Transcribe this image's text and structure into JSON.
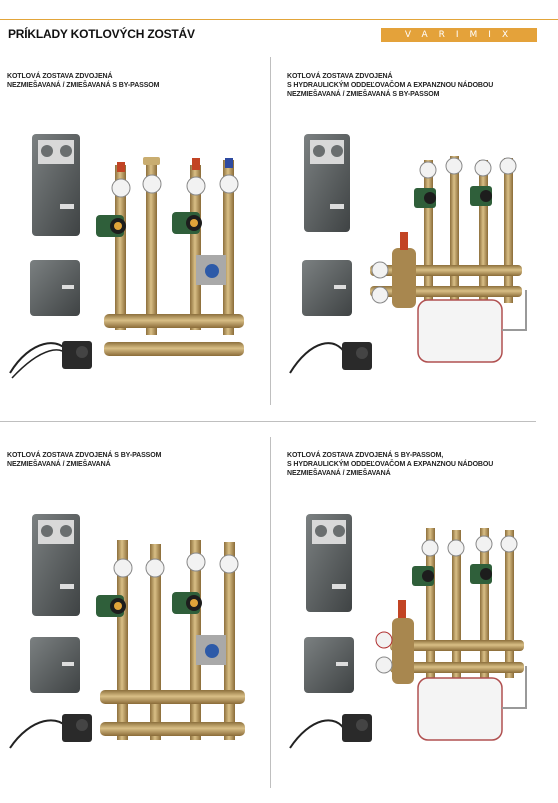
{
  "header": {
    "title": "PRÍKLADY KOTLOVÝCH ZOSTÁV",
    "brand": "VARIMIX"
  },
  "panels": [
    {
      "line1": "KOTLOVÁ ZOSTAVA ZDVOJENÁ",
      "line2": "NEZMIEŠAVANÁ / ZMIEŠAVANÁ S BY-PASSOM",
      "line3": ""
    },
    {
      "line1": "KOTLOVÁ ZOSTAVA ZDVOJENÁ",
      "line2": "S HYDRAULICKÝM ODDEĽOVAČOM A EXPANZNOU NÁDOBOU",
      "line3": "NEZMIEŠAVANÁ / ZMIEŠAVANÁ S BY-PASSOM"
    },
    {
      "line1": "KOTLOVÁ ZOSTAVA ZDVOJENÁ S BY-PASSOM",
      "line2": "NEZMIEŠAVANÁ / ZMIEŠAVANÁ",
      "line3": ""
    },
    {
      "line1": "KOTLOVÁ ZOSTAVA ZDVOJENÁ S BY-PASSOM,",
      "line2": "S HYDRAULICKÝM ODDEĽOVAČOM A EXPANZNOU NÁDOBOU",
      "line3": "NEZMIEŠAVANÁ / ZMIEŠAVANÁ"
    }
  ],
  "colors": {
    "accent": "#e4a23a",
    "brass": "#b99a5e",
    "insulation": "#5d6264",
    "pump": "#2f5f3a"
  }
}
